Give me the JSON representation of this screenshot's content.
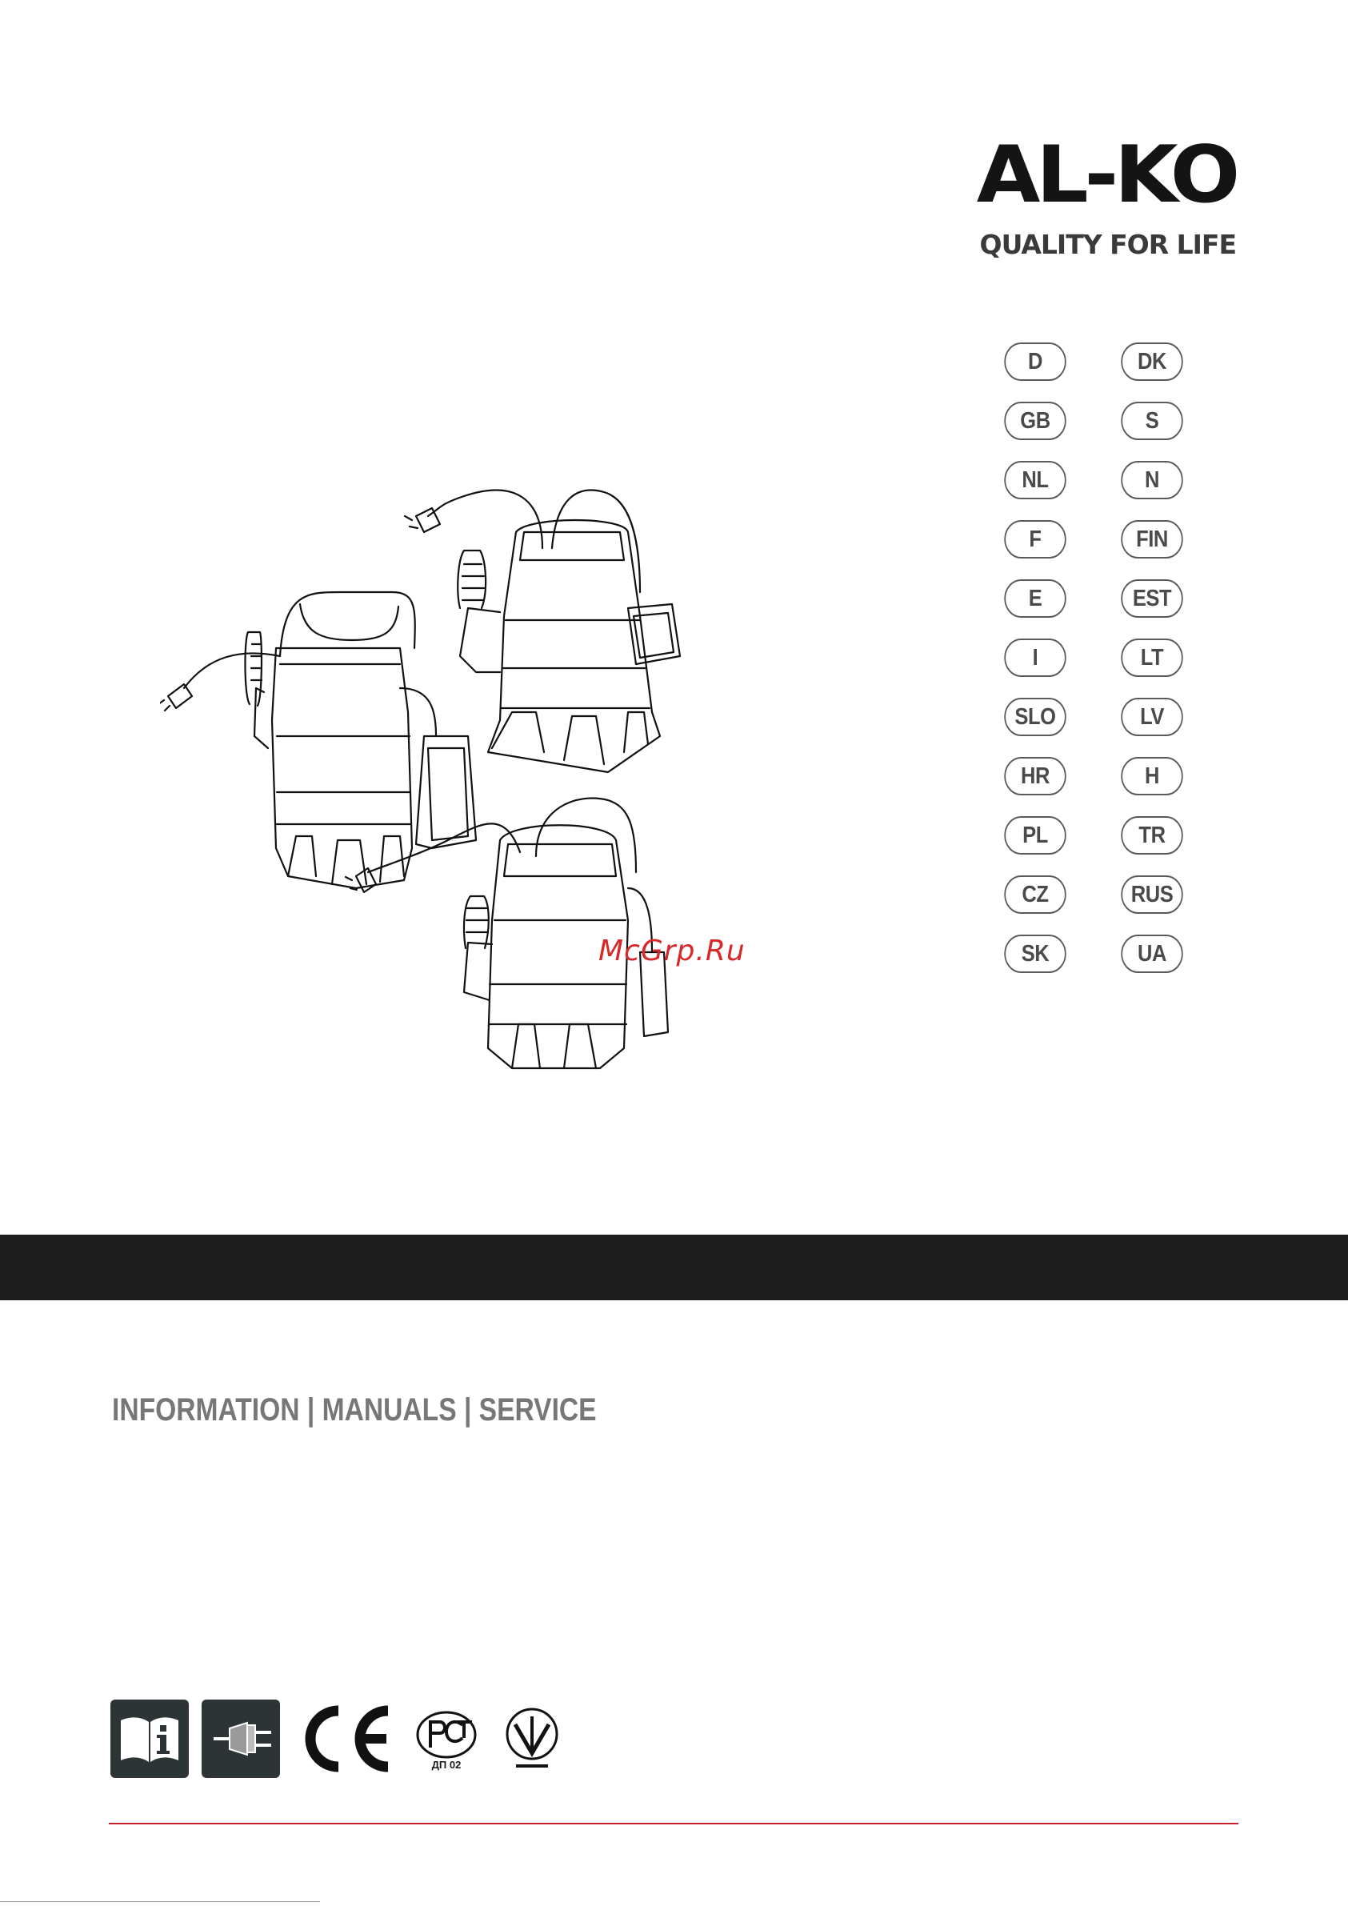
{
  "brand": {
    "logo": "AL-KO",
    "tagline": "QUALITY FOR LIFE"
  },
  "languages": {
    "left": [
      "D",
      "GB",
      "NL",
      "F",
      "E",
      "I",
      "SLO",
      "HR",
      "PL",
      "CZ",
      "SK"
    ],
    "right": [
      "DK",
      "S",
      "N",
      "FIN",
      "EST",
      "LT",
      "LV",
      "H",
      "TR",
      "RUS",
      "UA"
    ]
  },
  "watermark": "McGrp.Ru",
  "info": {
    "part1": "INFORMATION",
    "sep1": " | ",
    "part2": "MANUALS",
    "sep2": " | ",
    "part3": "SERVICE"
  },
  "marks": {
    "rst_label": "ДП 02"
  },
  "icons": [
    "manual-info-icon",
    "plug-icon",
    "ce-mark-icon",
    "rst-mark-icon",
    "ukr-mark-icon"
  ],
  "colors": {
    "band": "#1c1c1c",
    "info_text": "#777777",
    "watermark": "#d8282a",
    "rule": "#c41f2b"
  }
}
